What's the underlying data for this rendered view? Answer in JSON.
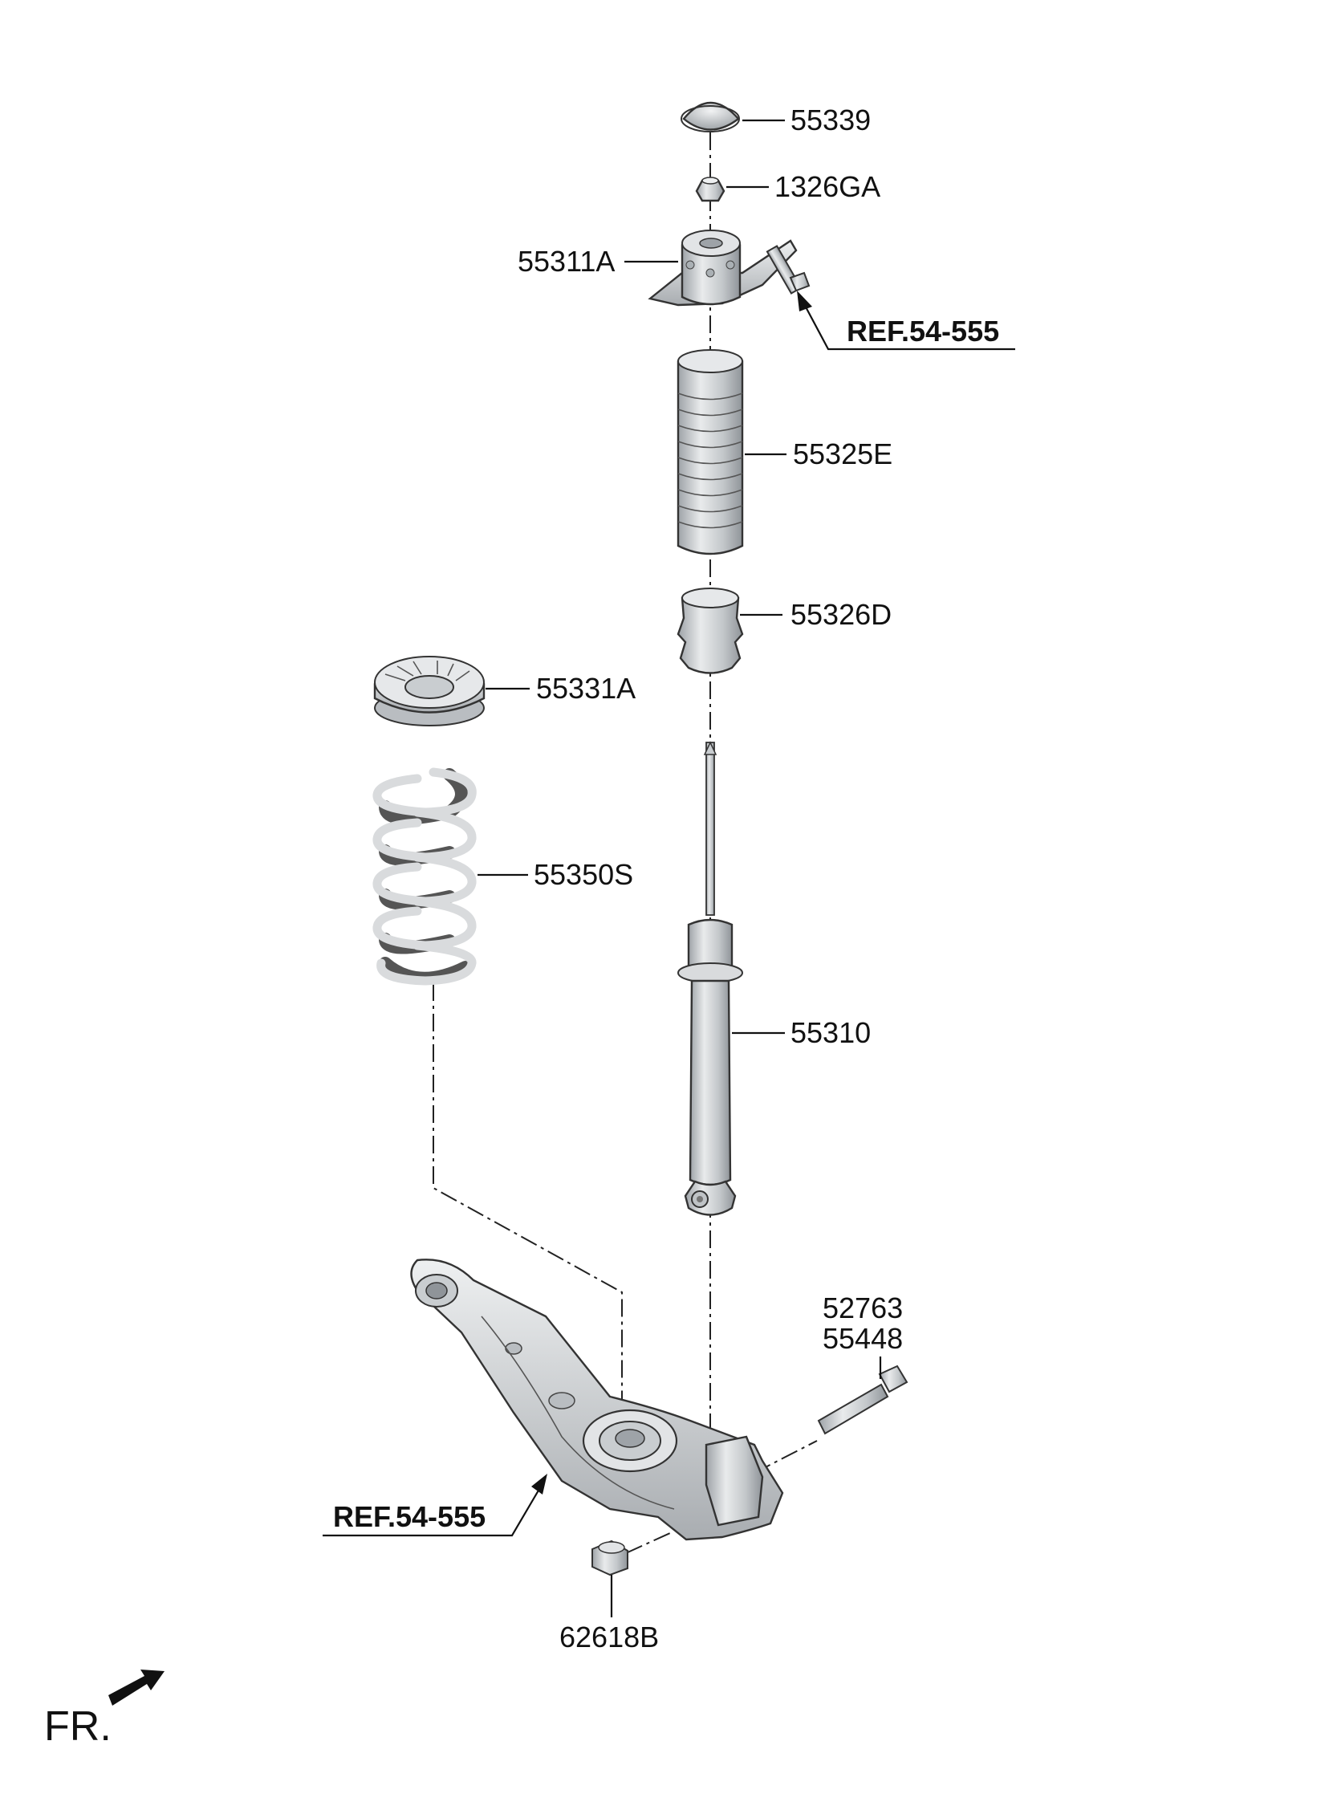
{
  "diagram": {
    "labels": {
      "p55339": "55339",
      "p1326GA": "1326GA",
      "p55311A": "55311A",
      "ref_top": "REF.54-555",
      "p55325E": "55325E",
      "p55326D": "55326D",
      "p55331A": "55331A",
      "p55350S": "55350S",
      "p55310": "55310",
      "p52763": "52763",
      "p55448": "55448",
      "ref_bottom": "REF.54-555",
      "p62618B": "62618B",
      "fr": "FR."
    },
    "colors": {
      "part_fill": "#d9dbdd",
      "part_shadow": "#a9adb1",
      "part_highlight": "#eef0f1",
      "line": "#111111"
    }
  }
}
